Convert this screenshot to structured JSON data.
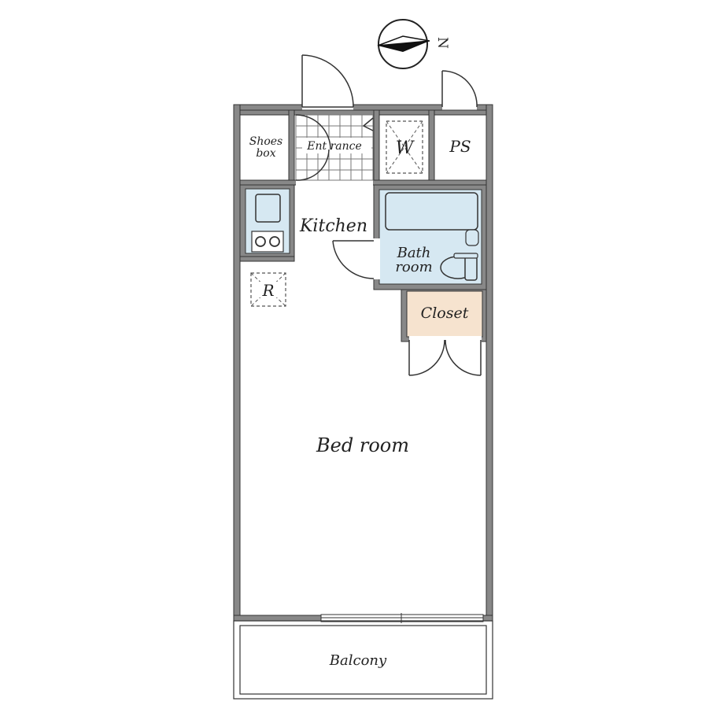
{
  "compass": {
    "north_label": "N"
  },
  "rooms": {
    "shoes_box": [
      "Shoes",
      "box"
    ],
    "entrance": "Ent rance",
    "washer": "W",
    "ps": "PS",
    "kitchen": "Kitchen",
    "bath": [
      "Bath",
      "room"
    ],
    "refrigerator": "R",
    "closet": "Closet",
    "bedroom": "Bed room",
    "balcony": "Balcony"
  },
  "colors": {
    "wall": "#888888",
    "wall_edge": "#333333",
    "wet_area": "#d6e8f2",
    "closet": "#f6e3cf",
    "line": "#333333"
  }
}
